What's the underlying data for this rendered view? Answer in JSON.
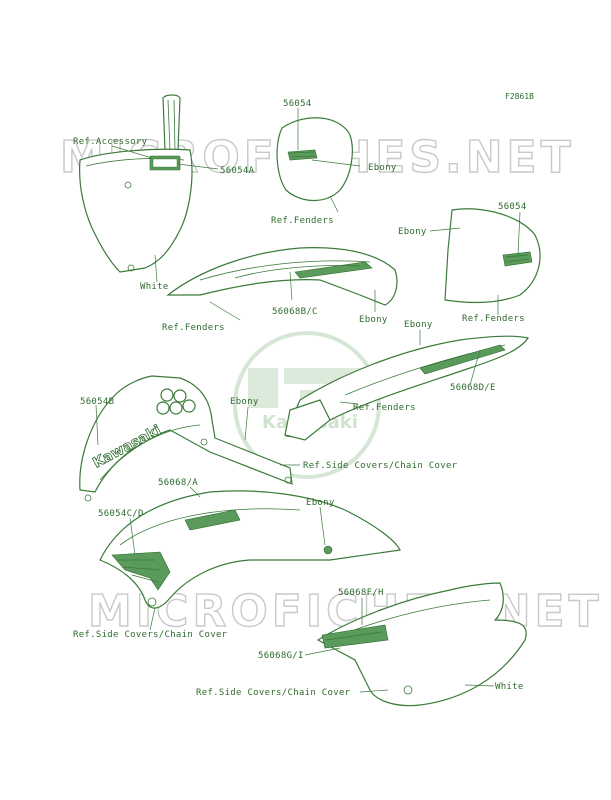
{
  "figure_code": "F2861B",
  "watermark_text": "MICROFICHES.NET",
  "logo_text": "Kawasaki",
  "decal_text": "Kawasaki",
  "labels": {
    "ref_accessory": "Ref.Accessory",
    "p56054A": "56054A",
    "white_1": "White",
    "p56054_top": "56054",
    "ebony_1": "Ebony",
    "ref_fenders_1": "Ref.Fenders",
    "ebony_2": "Ebony",
    "p56054_right": "56054",
    "ref_fenders_2": "Ref.Fenders",
    "p56068BC": "56068B/C",
    "ebony_3": "Ebony",
    "ref_fenders_3": "Ref.Fenders",
    "ebony_4": "Ebony",
    "p56068DE": "56068D/E",
    "ref_fenders_4": "Ref.Fenders",
    "p56054B": "56054B",
    "ebony_5": "Ebony",
    "ref_side_covers_1": "Ref.Side Covers/Chain Cover",
    "p56068A": "56068/A",
    "p56054CD": "56054C/D",
    "ebony_6": "Ebony",
    "ref_side_covers_2": "Ref.Side Covers/Chain Cover",
    "p56068FH": "56068F/H",
    "p56068GI": "56068G/I",
    "ref_side_covers_3": "Ref.Side Covers/Chain Cover",
    "white_2": "White"
  },
  "colors": {
    "line": "#3a7a3a",
    "text": "#2e6b2e",
    "watermark": "#c9c9c9"
  }
}
